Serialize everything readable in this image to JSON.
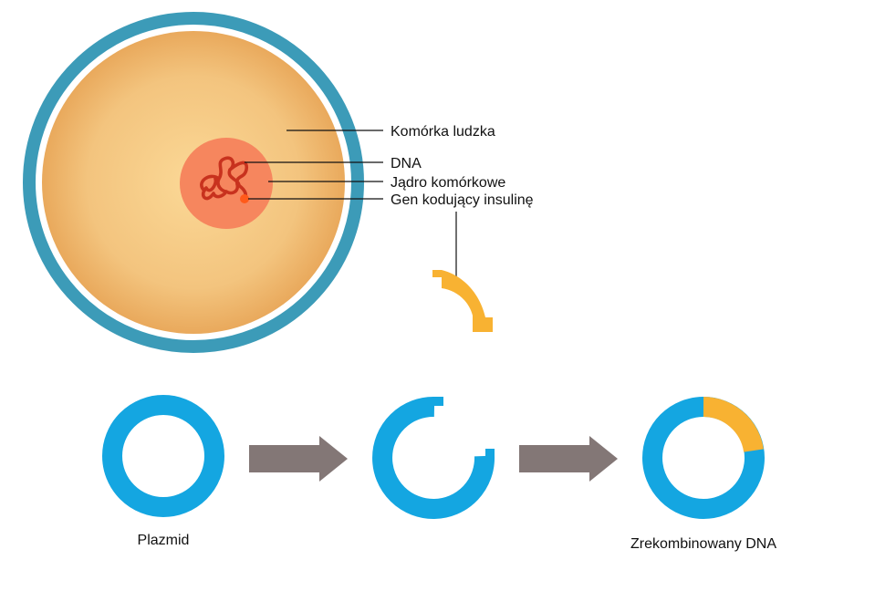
{
  "cell": {
    "labels": {
      "cell": "Komórka ludzka",
      "dna": "DNA",
      "nucleus": "Jądro komórkowe",
      "insulin_gene": "Gen kodujący insulinę"
    }
  },
  "plasmids": {
    "plasmid_label": "Plazmid",
    "recombinant_label": "Zrekombinowany DNA"
  },
  "colors": {
    "membrane": "#3c9bb8",
    "cytoplasm_center": "#f9d490",
    "cytoplasm_edge": "#eaaa5e",
    "nucleus": "#f6865e",
    "dna": "#c8321e",
    "gene_marker": "#ff5a1a",
    "plasmid": "#14a6e1",
    "insert": "#f8b232",
    "arrow": "#837776"
  }
}
